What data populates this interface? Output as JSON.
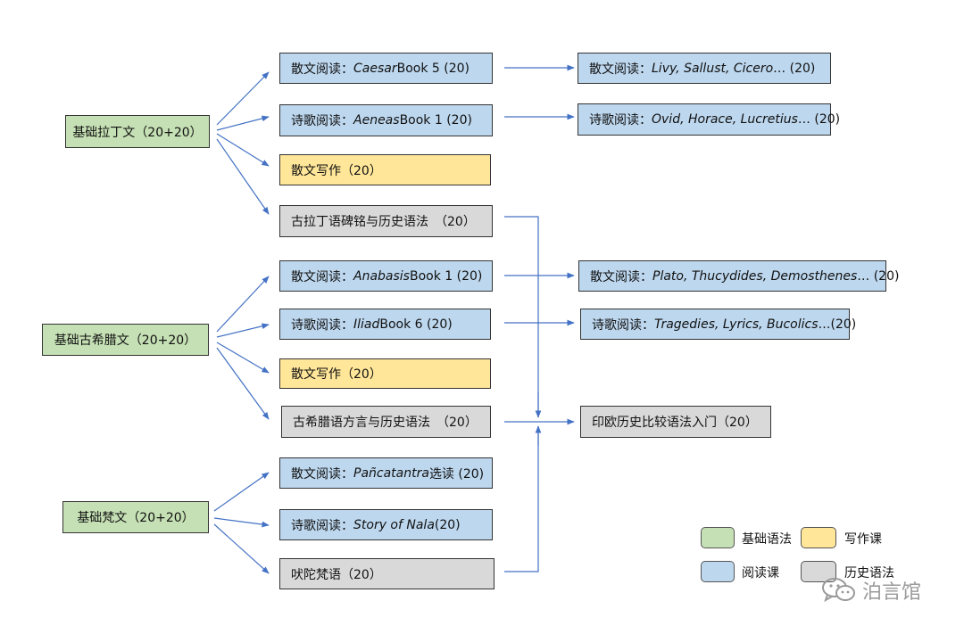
{
  "colors": {
    "green": "#c5e0b4",
    "blue": "#bdd7ee",
    "yellow": "#ffe699",
    "gray": "#d9d9d9",
    "arrow": "#4472c4"
  },
  "nodes": {
    "latin_base": "基础拉丁文（20+20）",
    "latin_prose_read": {
      "pre": "散文阅读：",
      "it": "Caesar",
      "post": " Book 5 (20)"
    },
    "latin_poetry_read": {
      "pre": "诗歌阅读：",
      "it": "Aeneas",
      "post": " Book 1 (20)"
    },
    "latin_prose_write": "散文写作（20）",
    "latin_epigraphy": "古拉丁语碑铭与历史语法　（20）",
    "latin_prose_adv": {
      "pre": "散文阅读：",
      "it": "Livy, Sallust, Cicero",
      "post": "… (20)"
    },
    "latin_poetry_adv": {
      "pre": "诗歌阅读：",
      "it": "Ovid, Horace, Lucretius",
      "post": "… (20)"
    },
    "greek_base": "基础古希腊文（20+20）",
    "greek_prose_read": {
      "pre": "散文阅读：",
      "it": "Anabasis",
      "post": " Book 1 (20)"
    },
    "greek_poetry_read": {
      "pre": "诗歌阅读：",
      "it": "Iliad",
      "post": " Book 6 (20)"
    },
    "greek_prose_write": "散文写作（20）",
    "greek_dialects": "古希腊语方言与历史语法　（20）",
    "greek_prose_adv": {
      "pre": "散文阅读：",
      "it": "Plato, Thucydides, Demosthenes",
      "post": "… (20)"
    },
    "greek_poetry_adv": {
      "pre": "诗歌阅读：",
      "it": "Tragedies, Lyrics, Bucolics",
      "post": " …(20)"
    },
    "ie_intro": "印欧历史比较语法入门（20）",
    "sanskrit_base": "基础梵文（20+20）",
    "sanskrit_prose_read": {
      "pre": "散文阅读：",
      "it": "Pañcatantra",
      "post": " 选读 (20)"
    },
    "sanskrit_poetry_read": {
      "pre": "诗歌阅读：",
      "it": "Story of Nala",
      "post": " (20)"
    },
    "vedic": "吠陀梵语（20）"
  },
  "legend": {
    "green": "基础语法",
    "yellow": "写作课",
    "blue": "阅读课",
    "gray": "历史语法"
  },
  "watermark": "泊言馆"
}
